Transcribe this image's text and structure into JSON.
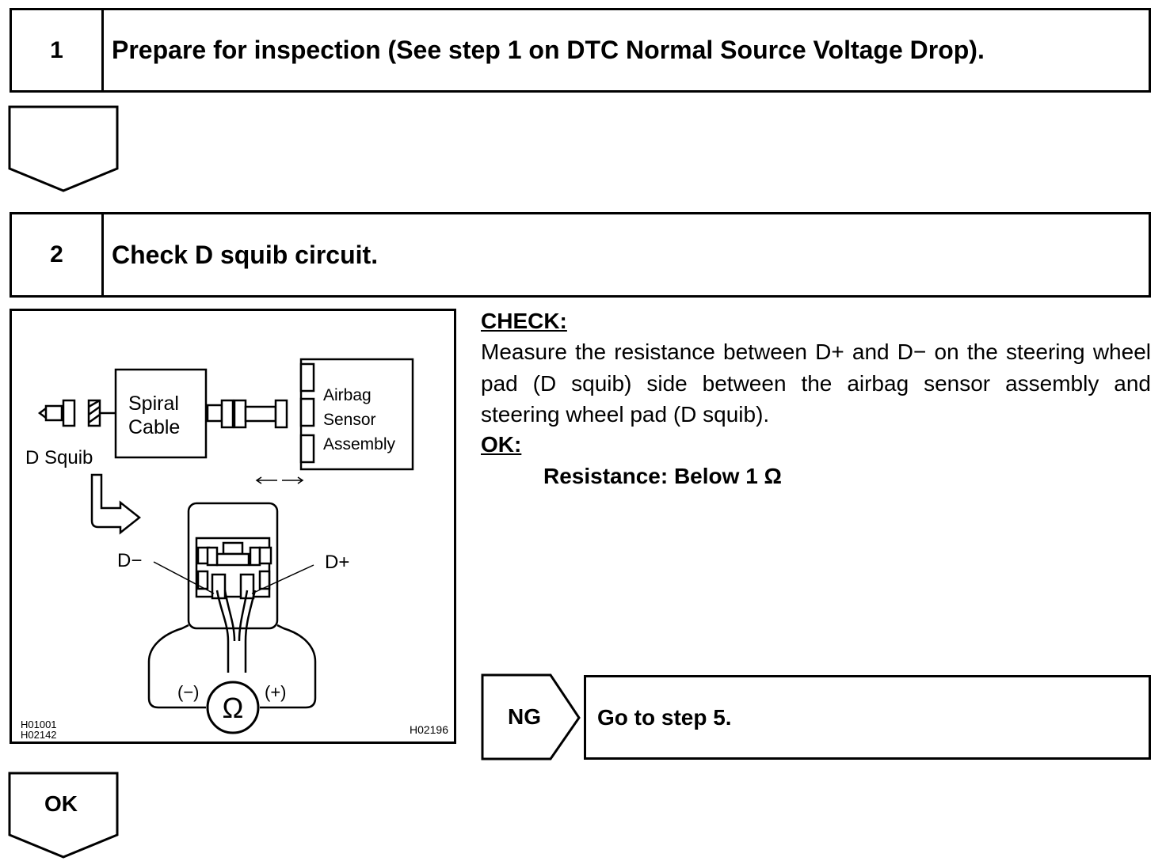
{
  "step1": {
    "number": "1",
    "title": "Prepare for inspection (See step 1 on DTC Normal Source Voltage Drop)."
  },
  "step1_arrow": {
    "label": ""
  },
  "step2": {
    "number": "2",
    "title": "Check D squib circuit."
  },
  "figure": {
    "labels": {
      "spiral_cable_line1": "Spiral",
      "spiral_cable_line2": "Cable",
      "d_squib": "D Squib",
      "airbag_line1": "Airbag",
      "airbag_line2": "Sensor",
      "airbag_line3": "Assembly",
      "d_minus": "D−",
      "d_plus": "D+",
      "meter_minus": "(−)",
      "meter_plus": "(+)",
      "ohm_symbol": "Ω",
      "code_left_1": "H01001",
      "code_left_2": "H02142",
      "code_right": "H02196"
    }
  },
  "check": {
    "heading": "CHECK:",
    "text": "Measure the resistance between D+ and D− on the steering wheel pad (D squib) side between the airbag sensor assembly and steering wheel pad (D squib).",
    "ok_heading": "OK:",
    "spec": "Resistance: Below 1 Ω"
  },
  "ng_branch": {
    "label": "NG",
    "action": "Go to step 5."
  },
  "ok_branch": {
    "label": "OK"
  }
}
